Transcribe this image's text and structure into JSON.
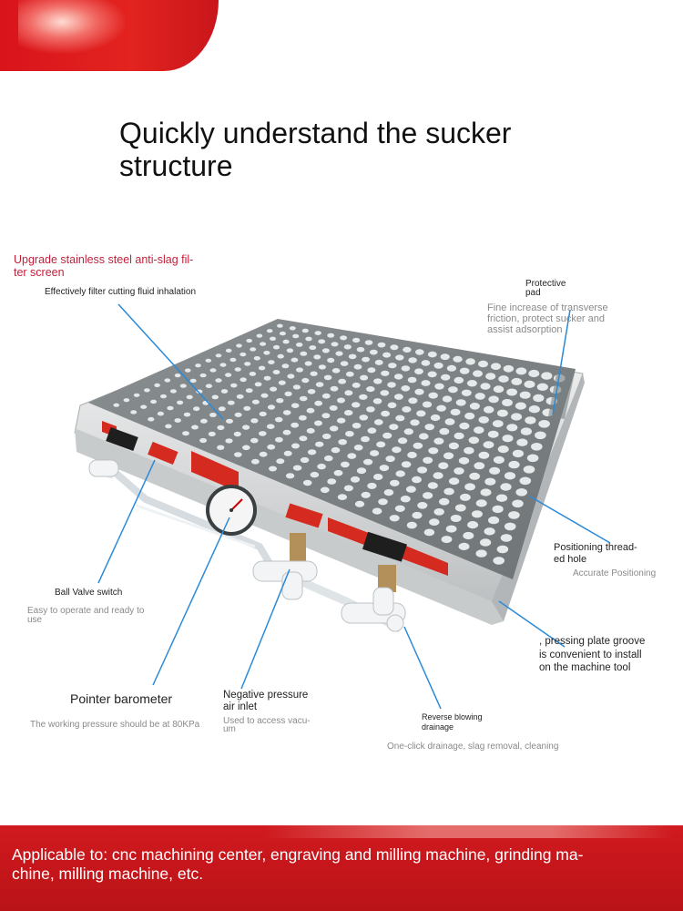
{
  "title": {
    "line1": "Quickly understand the sucker",
    "line2": "structure"
  },
  "callouts": {
    "filter_screen": {
      "title_line1": "Upgrade stainless steel anti-slag fil-",
      "title_line2": "ter screen",
      "desc": "Effectively filter cutting fluid inhalation"
    },
    "protective_pad": {
      "title_line1": "Protective",
      "title_line2": "pad",
      "desc_line1": "Fine increase of transverse",
      "desc_line2": "friction, protect sucker and",
      "desc_line3": "assist adsorption"
    },
    "positioning_hole": {
      "title_line1": "Positioning thread-",
      "title_line2": "ed hole",
      "desc": "Accurate Positioning"
    },
    "plate_groove": {
      "line1": ", pressing plate groove",
      "line2": "is convenient to install",
      "line3": "on the machine tool"
    },
    "ball_valve": {
      "title": "Ball Valve switch",
      "desc_line1": "Easy to operate and ready to",
      "desc_line2": "use"
    },
    "barometer": {
      "title": "Pointer barometer",
      "desc": "The working pressure should be at 80KPa"
    },
    "air_inlet": {
      "title_line1": "Negative pressure",
      "title_line2": "air inlet",
      "desc_line1": "Used to access vacu-",
      "desc_line2": "um"
    },
    "reverse_blowing": {
      "title_line1": "Reverse blowing",
      "title_line2": "drainage",
      "desc": "One-click drainage, slag removal, cleaning"
    }
  },
  "bottom_banner": {
    "line1": "Applicable to: cnc machining center, engraving and milling machine, grinding ma-",
    "line2": "chine, milling machine, etc."
  },
  "colors": {
    "brand_red": "#d01a1f",
    "callout_red": "#c41f3a",
    "leader_blue": "#2a8ad8",
    "plate_gray": "#7f8587"
  }
}
